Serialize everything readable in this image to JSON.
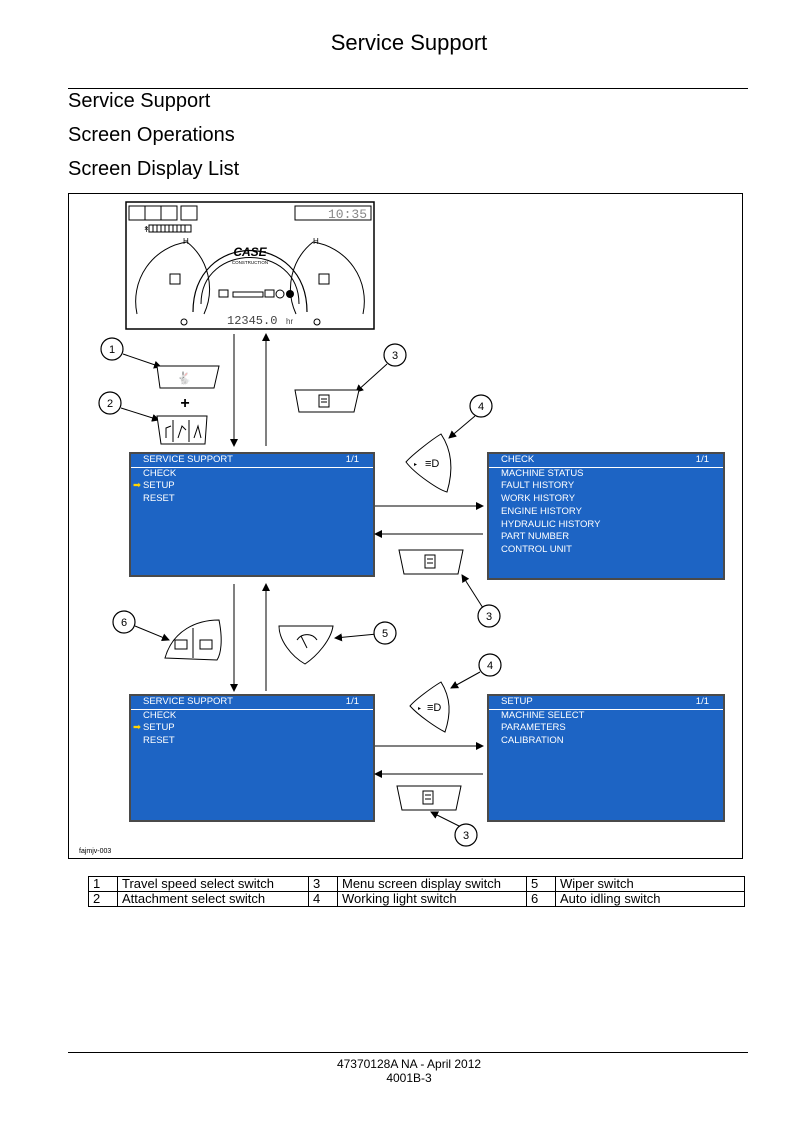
{
  "page_title": "Service Support",
  "headings": [
    "Service Support",
    "Screen Operations",
    "Screen Display List"
  ],
  "figure": {
    "dashboard": {
      "brand": "CASE",
      "sub_brand": "CONSTRUCTION",
      "clock": "10:35",
      "hourmeter": "12345.0",
      "hourmeter_unit": "hr"
    },
    "plus_sign": "+",
    "callouts": {
      "c1": "1",
      "c2": "2",
      "c3a": "3",
      "c4a": "4",
      "c3b": "3",
      "c6": "6",
      "c5": "5",
      "c4b": "4",
      "c3c": "3"
    },
    "screen_service_1": {
      "title": "SERVICE SUPPORT",
      "page": "1/1",
      "items": [
        "CHECK",
        "SETUP",
        "RESET"
      ],
      "selected_index": 1,
      "selected_marker": "➡"
    },
    "screen_check": {
      "title": "CHECK",
      "page": "1/1",
      "items": [
        "MACHINE STATUS",
        "FAULT HISTORY",
        "WORK HISTORY",
        "ENGINE HISTORY",
        "HYDRAULIC HISTORY",
        "PART NUMBER",
        "CONTROL UNIT"
      ]
    },
    "screen_service_2": {
      "title": "SERVICE SUPPORT",
      "page": "1/1",
      "items": [
        "CHECK",
        "SETUP",
        "RESET"
      ],
      "selected_index": 1,
      "selected_marker": "➡"
    },
    "screen_setup": {
      "title": "SETUP",
      "page": "1/1",
      "items": [
        "MACHINE SELECT",
        "PARAMETERS",
        "CALIBRATION"
      ]
    },
    "figure_id": "fajmjv-003"
  },
  "legend": [
    [
      {
        "n": "1",
        "t": "Travel speed select switch"
      },
      {
        "n": "3",
        "t": "Menu screen display switch"
      },
      {
        "n": "5",
        "t": "Wiper switch"
      }
    ],
    [
      {
        "n": "2",
        "t": "Attachment select switch"
      },
      {
        "n": "4",
        "t": "Working light switch"
      },
      {
        "n": "6",
        "t": "Auto idling switch"
      }
    ]
  ],
  "footer": {
    "doc_ref": "47370128A NA - April 2012",
    "page_no": "4001B-3"
  }
}
